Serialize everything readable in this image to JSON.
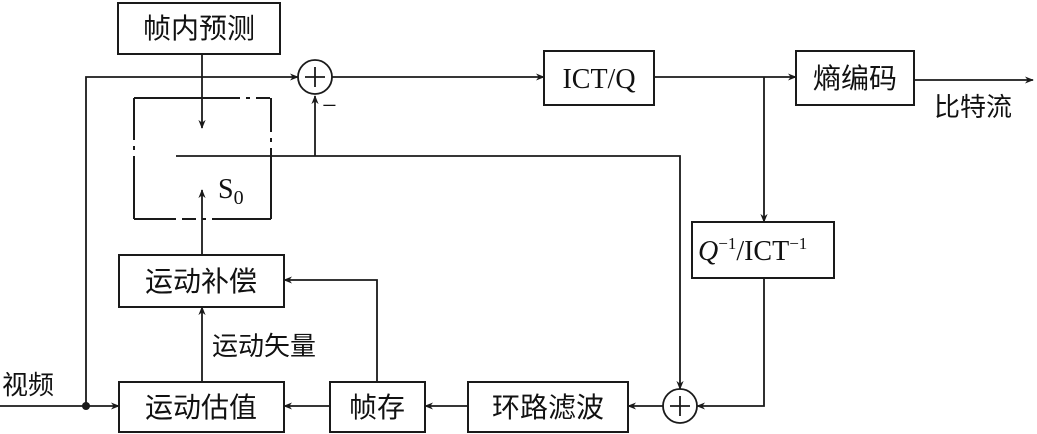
{
  "blocks": {
    "intra_pred": "帧内预测",
    "ict_q": "ICT/Q",
    "entropy": "熵编码",
    "inv_q": "Q",
    "inv_q_sup": "−1",
    "inv_ict": "/ICT",
    "inv_ict_sup": "−1",
    "motion_comp": "运动补偿",
    "motion_est": "运动估值",
    "frame_store": "帧存",
    "loop_filter": "环路滤波"
  },
  "labels": {
    "input": "视频",
    "output": "比特流",
    "motion_vector": "运动矢量",
    "switch_main": "S",
    "switch_sub": "0",
    "plus": "+",
    "minus": "−"
  }
}
